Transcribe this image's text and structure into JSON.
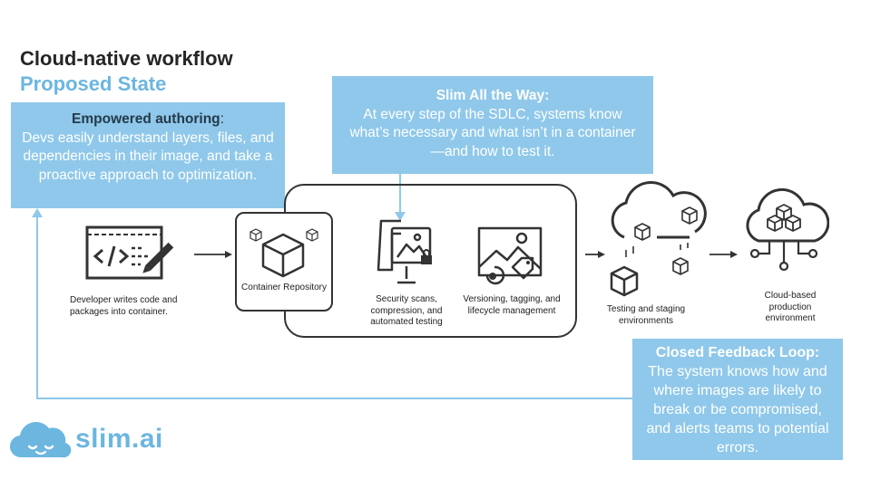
{
  "header": {
    "title": "Cloud-native workflow",
    "subtitle": "Proposed State"
  },
  "callouts": {
    "authoring": {
      "heading": "Empowered authoring",
      "heading_suffix": ":",
      "body": "Devs easily understand layers, files, and dependencies in their image, and take a proactive approach to optimization."
    },
    "slim": {
      "heading": "Slim All the Way:",
      "body": "At every step of the SDLC, systems know what’s necessary and what isn’t in a container—and how to test it."
    },
    "feedback": {
      "heading": "Closed Feedback Loop:",
      "body": "The system knows how and where images are likely to break or be compromised, and alerts teams to potential errors."
    }
  },
  "steps": {
    "developer": "Developer writes code and packages into container.",
    "repository": "Container Repository",
    "security": "Security scans, compression, and automated testing",
    "versioning": "Versioning, tagging, and lifecycle management",
    "testing": "Testing and staging environments",
    "production": "Cloud-based production environment"
  },
  "logo": {
    "text": "slim.ai",
    "icon": "cloud-face-icon"
  },
  "colors": {
    "accent": "#6cb6e0",
    "callout_bg": "#8fc8ea",
    "title": "#262626",
    "line": "#333333"
  }
}
